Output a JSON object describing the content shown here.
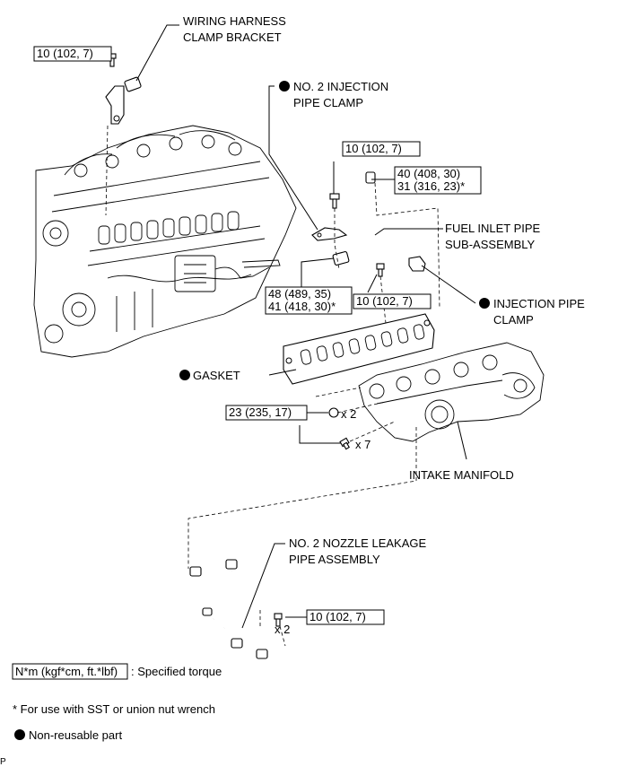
{
  "labels": {
    "wiring_harness_clamp_bracket": [
      "WIRING HARNESS",
      "CLAMP BRACKET"
    ],
    "no2_injection_pipe_clamp": [
      "NO. 2 INJECTION",
      "PIPE CLAMP"
    ],
    "fuel_inlet_pipe": [
      "FUEL INLET PIPE",
      "SUB-ASSEMBLY"
    ],
    "injection_pipe_clamp": [
      "INJECTION PIPE",
      "CLAMP"
    ],
    "gasket": "GASKET",
    "intake_manifold": "INTAKE MANIFOLD",
    "no2_nozzle_leakage_pipe": [
      "NO. 2 NOZZLE LEAKAGE",
      "PIPE ASSEMBLY"
    ]
  },
  "torques": {
    "bracket_bolt": "10 (102, 7)",
    "clamp_bolt": "10 (102, 7)",
    "fuel_pipe_upper": [
      "40 (408, 30)",
      "31 (316, 23)*"
    ],
    "fuel_pipe_lower": [
      "48 (489, 35)",
      "41 (418, 30)*"
    ],
    "injection_clamp_bolt": "10 (102, 7)",
    "manifold": "23 (235, 17)",
    "leakage_pipe_bolt": "10 (102, 7)"
  },
  "quantities": {
    "manifold_nuts": "x 2",
    "manifold_bolts": "x 7",
    "leakage_pipe_bolts": "x 2"
  },
  "legend": {
    "torque_units": "N*m (kgf*cm, ft.*lbf)",
    "torque_desc": ": Specified torque",
    "sst_note": "* For use with SST or union nut wrench",
    "nonreusable": "Non-reusable part"
  },
  "corner_mark": "P"
}
